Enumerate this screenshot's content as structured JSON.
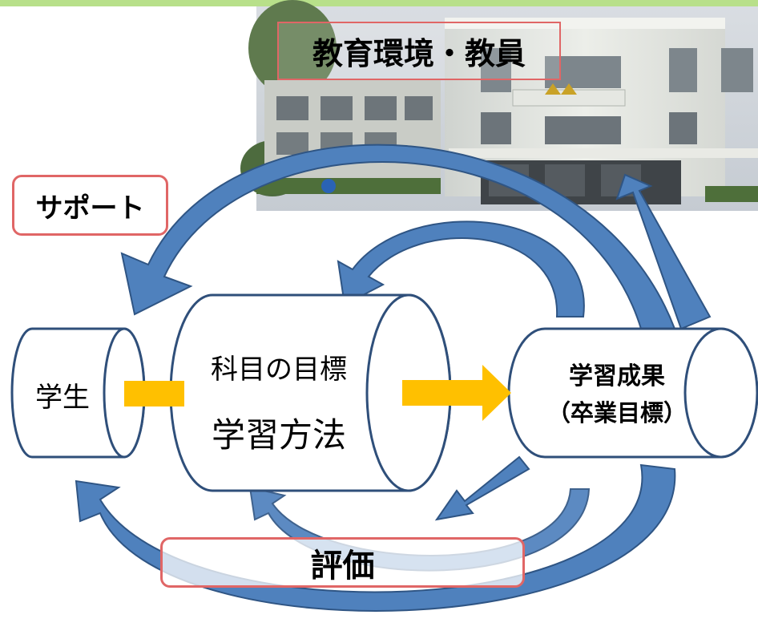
{
  "header_box": {
    "label": "教育環境・教員"
  },
  "support_box": {
    "label": "サポート"
  },
  "evaluation_box": {
    "label": "評価"
  },
  "cylinders": {
    "student": {
      "label": "学生"
    },
    "course": {
      "line1": "科目の目標",
      "line2": "学習方法"
    },
    "outcome": {
      "line1": "学習成果",
      "line2": "（卒業目標）"
    }
  },
  "colors": {
    "arrow_blue": "#4f81bd",
    "arrow_blue_dark": "#2f5584",
    "cylinder_stroke": "#2f4f7a",
    "flow_yellow": "#ffc000",
    "box_border": "#e06666",
    "top_band": "#b8e08a"
  },
  "icons": {
    "building_photo": "school-building-icon"
  }
}
